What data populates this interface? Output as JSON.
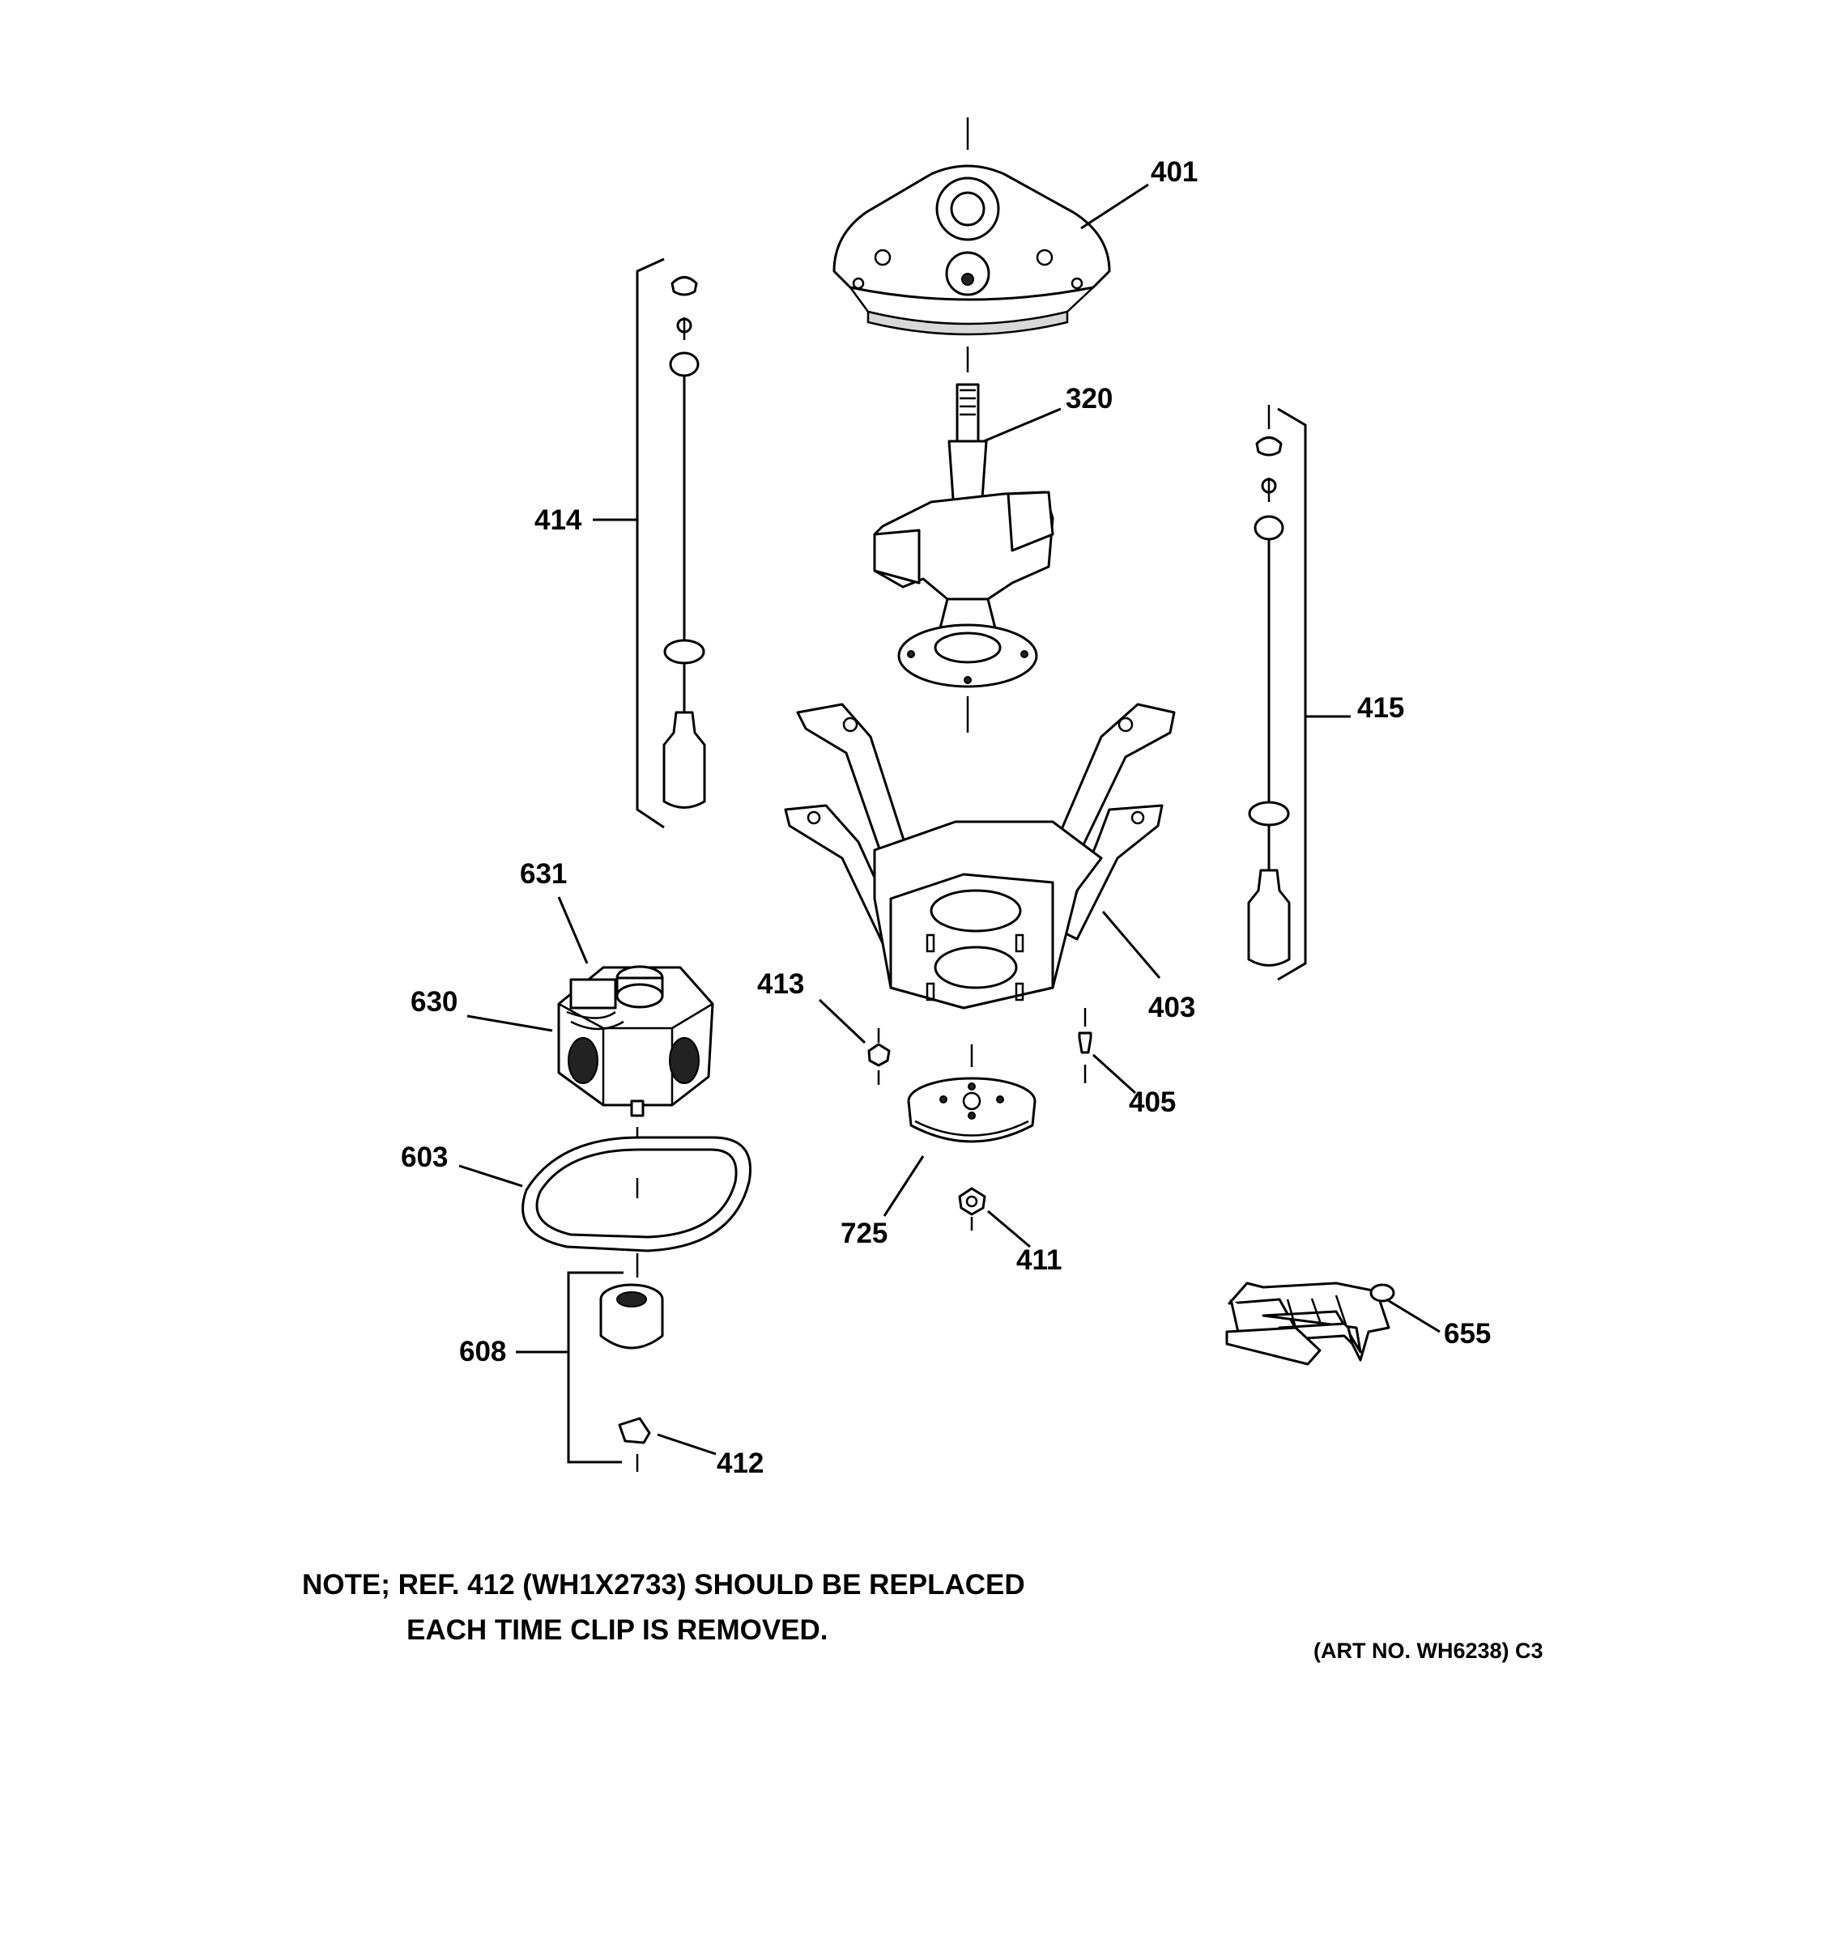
{
  "labels": {
    "p401": "401",
    "p320": "320",
    "p414": "414",
    "p415": "415",
    "p631": "631",
    "p630": "630",
    "p413": "413",
    "p403": "403",
    "p405": "405",
    "p603": "603",
    "p725": "725",
    "p411": "411",
    "p655": "655",
    "p608": "608",
    "p412": "412"
  },
  "note": {
    "line1": "NOTE; REF. 412 (WH1X2733) SHOULD BE REPLACED",
    "line2": "EACH TIME CLIP IS REMOVED."
  },
  "art_number": "(ART NO. WH6238) C3"
}
